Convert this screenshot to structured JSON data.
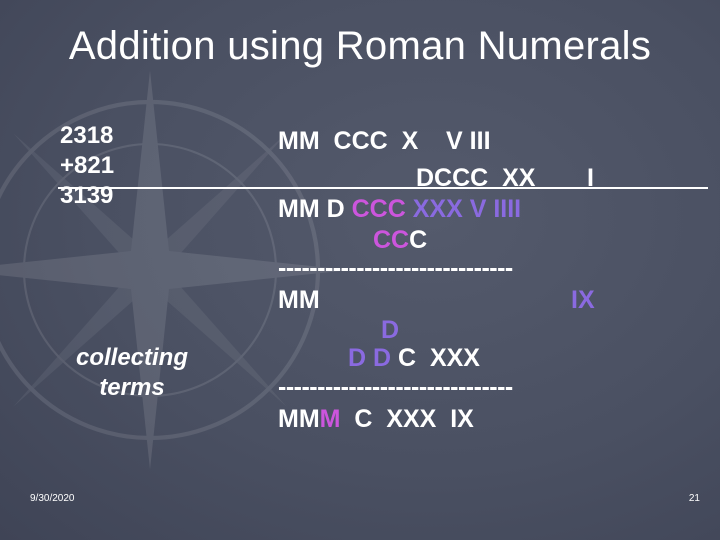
{
  "slide": {
    "title": "Addition using Roman Numerals",
    "left": {
      "addend1": "2318",
      "addend2": "+821",
      "sum": "3139",
      "note_line1": "collecting",
      "note_line2": "terms"
    },
    "work": {
      "line1": "MM  CCC  X    V III",
      "line2": "DCCC  XX",
      "line2b": "I",
      "line3_a": "MM D ",
      "line3_b": "CCC",
      "line3_c": " XXX V IIII",
      "line4_a": "CC",
      "line4_b": "C",
      "divider1": "------------------------------",
      "line5_a": "MM",
      "line5_b": "IX",
      "line6": "D",
      "line7_a": "D D",
      "line7_b": " C  XXX",
      "divider2": "------------------------------",
      "line8_a": "MM",
      "line8_b": "M",
      "line8_c": "  C  XXX  IX"
    },
    "footer": {
      "date": "9/30/2020",
      "page": "21"
    }
  },
  "colors": {
    "background": "#4a5062",
    "text": "#ffffff",
    "highlight_pink": "#cc55dd",
    "highlight_violet": "#8a6ae0"
  }
}
